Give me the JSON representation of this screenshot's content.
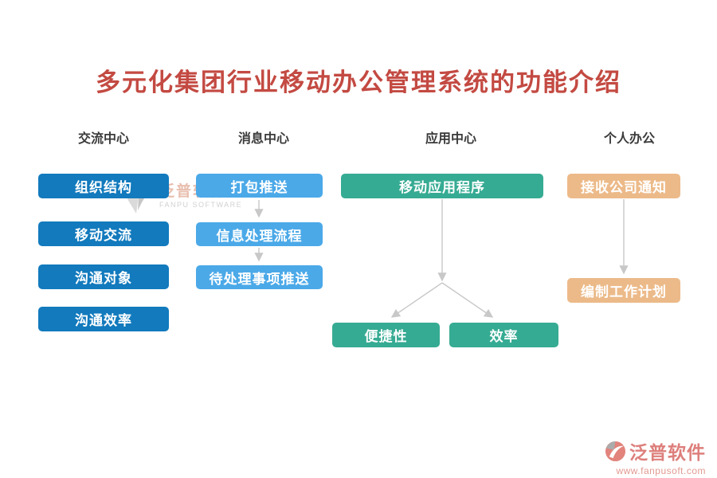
{
  "title": "多元化集团行业移动办公管理系统的功能介绍",
  "colors": {
    "title_red": "#C34A42",
    "communication_blue": "#127ABD",
    "message_lightblue": "#4BA9E8",
    "application_teal": "#36AB93",
    "personal_tan": "#ECBA89",
    "arrow_gray": "#C8C8C8",
    "header_text": "#3a3a3a",
    "brand_salmon": "#DD7F7B"
  },
  "columns": [
    {
      "header": "交流中心",
      "items": [
        "组织结构",
        "移动交流",
        "沟通对象",
        "沟通效率"
      ]
    },
    {
      "header": "消息中心",
      "items": [
        "打包推送",
        "信息处理流程",
        "待处理事项推送"
      ]
    },
    {
      "header": "应用中心",
      "items": [
        "移动应用程序",
        "便捷性",
        "效率"
      ]
    },
    {
      "header": "个人办公",
      "items": [
        "接收公司通知",
        "编制工作计划"
      ]
    }
  ],
  "watermark": {
    "brand": "泛普软件",
    "sub": "FANPU SOFTWARE"
  },
  "footer": {
    "brand": "泛普软件",
    "url": "www.fanpusoft.com"
  }
}
